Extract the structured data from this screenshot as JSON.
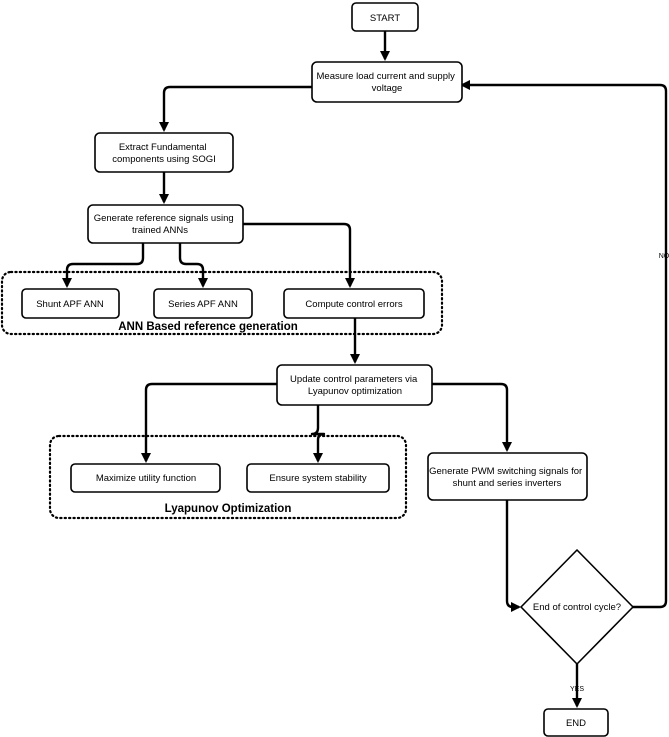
{
  "diagram": {
    "nodes": {
      "start": {
        "lines": [
          "START"
        ]
      },
      "measure": {
        "lines": [
          "Measure load current and supply",
          "voltage"
        ]
      },
      "extract": {
        "lines": [
          "Extract Fundamental",
          "components using SOGI"
        ]
      },
      "generate_ref": {
        "lines": [
          "Generate reference signals using",
          "trained ANNs"
        ]
      },
      "shunt_ann": {
        "lines": [
          "Shunt APF ANN"
        ]
      },
      "series_ann": {
        "lines": [
          "Series APF ANN"
        ]
      },
      "compute_errors": {
        "lines": [
          "Compute control errors"
        ]
      },
      "update_params": {
        "lines": [
          "Update control parameters via",
          "Lyapunov optimization"
        ]
      },
      "maximize": {
        "lines": [
          "Maximize utility function"
        ]
      },
      "stability": {
        "lines": [
          "Ensure system stability"
        ]
      },
      "pwm": {
        "lines": [
          "Generate PWM switching signals for",
          "shunt and series inverters"
        ]
      },
      "decision": {
        "lines": [
          "End of control cycle?"
        ]
      },
      "end": {
        "lines": [
          "END"
        ]
      }
    },
    "groups": {
      "ann_group": "ANN Based reference generation",
      "lyapunov_group": "Lyapunov Optimization"
    },
    "edge_labels": {
      "no": "NO",
      "yes": "YES"
    }
  }
}
